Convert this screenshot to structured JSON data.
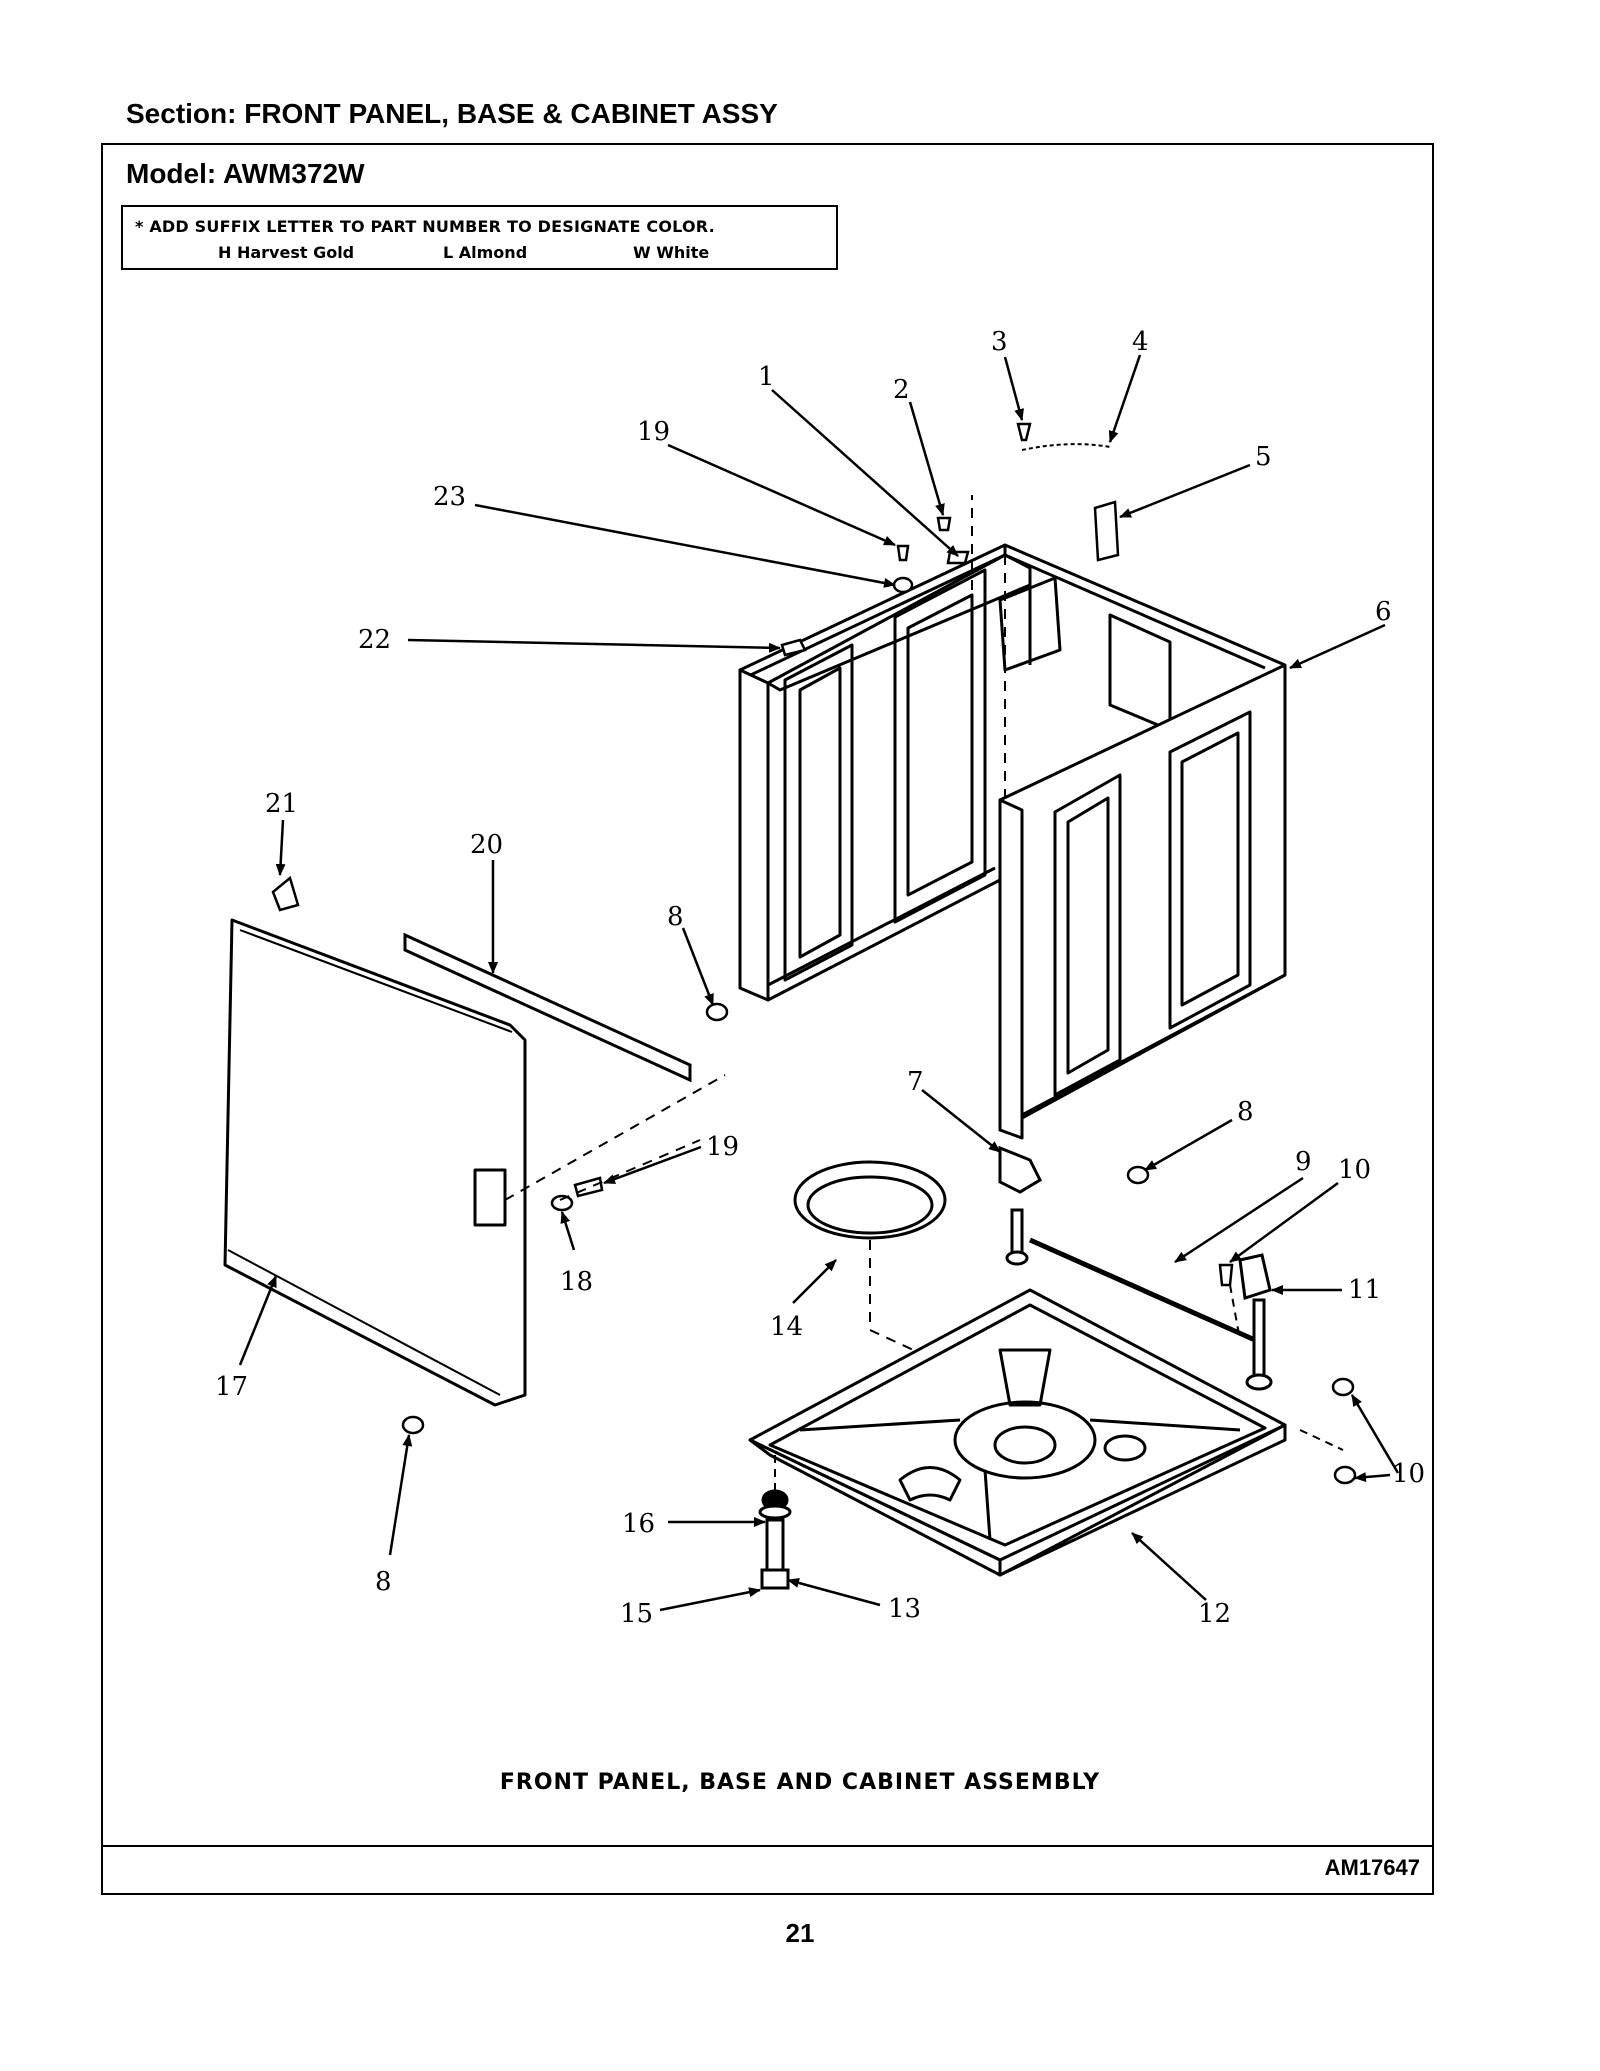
{
  "header": {
    "section": "Section:  FRONT PANEL, BASE & CABINET ASSY",
    "model": "Model:  AWM372W"
  },
  "suffix_note": {
    "line1": "* ADD SUFFIX LETTER TO PART NUMBER TO DESIGNATE COLOR.",
    "options": [
      "H  Harvest Gold",
      "L  Almond",
      "W  White"
    ]
  },
  "callouts": [
    "1",
    "2",
    "3",
    "4",
    "5",
    "6",
    "7",
    "8",
    "8",
    "8",
    "9",
    "10",
    "10",
    "11",
    "12",
    "13",
    "14",
    "15",
    "16",
    "17",
    "18",
    "19",
    "19",
    "20",
    "21",
    "22",
    "23"
  ],
  "assembly_title": "FRONT PANEL, BASE AND CABINET ASSEMBLY",
  "doc_code": "AM17647",
  "page_number": "21"
}
